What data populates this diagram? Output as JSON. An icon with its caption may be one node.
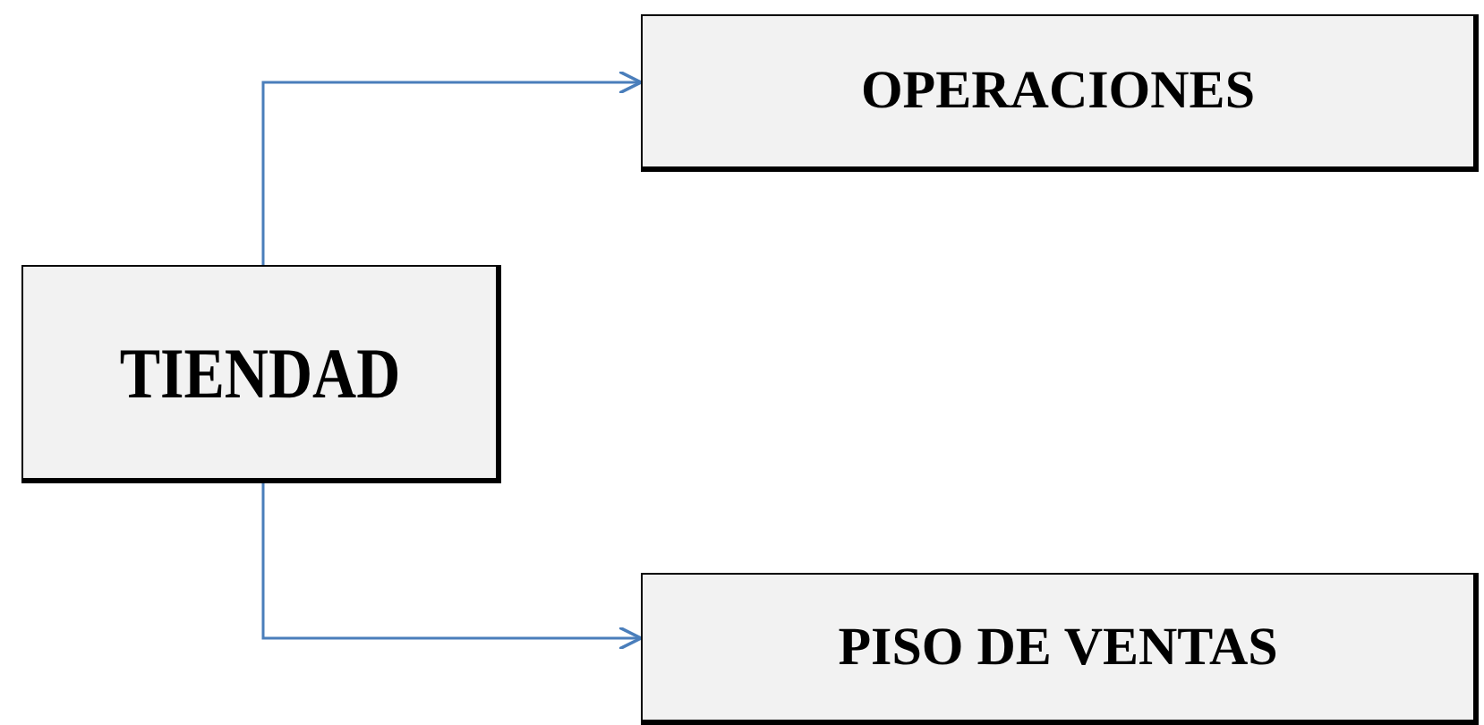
{
  "diagram": {
    "nodes": [
      {
        "text": [
          "TIENDAD"
        ]
      },
      {
        "text": [
          "OPERACIONES"
        ]
      },
      {
        "text": [
          "PISO DE VENTAS"
        ]
      }
    ],
    "edges": [
      {
        "from": 0,
        "to": 1,
        "arrow": "to"
      },
      {
        "from": 0,
        "to": 2,
        "arrow": "to"
      }
    ]
  }
}
